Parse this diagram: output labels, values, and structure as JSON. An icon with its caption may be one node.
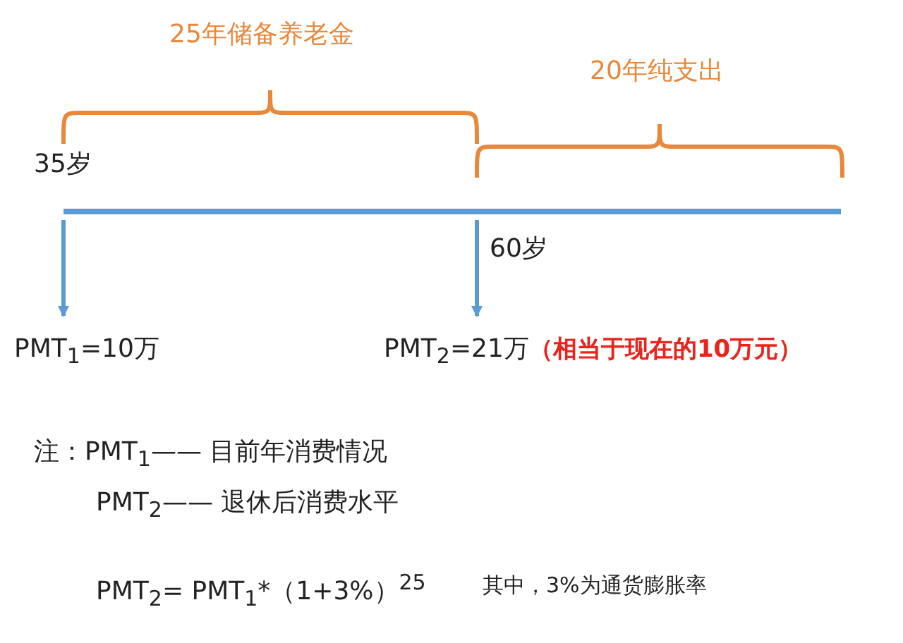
{
  "diagram": {
    "nodes": [
      {
        "text": [
          "PMT$_{1}$=10万"
        ]
      },
      {
        "text": [
          "PMT$_{2}$=21万",
          "（相当于现在的**10万元**）"
        ]
      }
    ],
    "edges": [
      {
        "from": null,
        "to": 0,
        "arrow": "to"
      },
      {
        "from": null,
        "to": 1,
        "arrow": "to"
      }
    ],
    "labels": [
      "25年储备养老金",
      "20年纯支出",
      "35岁",
      "60岁",
      "注：PMT$_{1}$—— 目前年消费情况",
      "PMT$_{2}$—— 退休后消费水平",
      "PMT$_{2}$= PMT$_{1}$*（1+3%）$^{25}$",
      "其中，3%为通货膨胀率"
    ]
  }
}
